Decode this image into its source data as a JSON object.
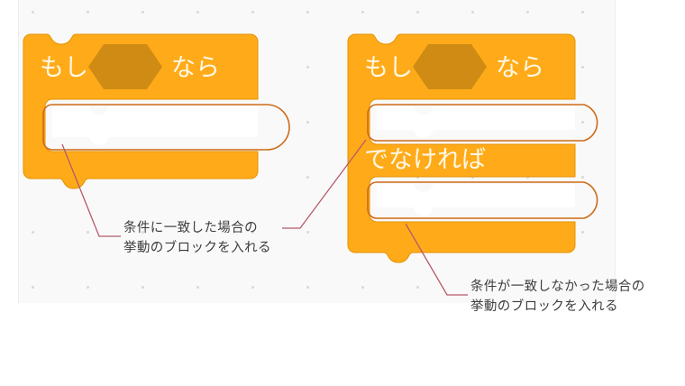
{
  "canvas": {
    "background_color": "#f9f9f9",
    "dot_color": "#d9d9d9",
    "grid_spacing": 61
  },
  "palette": {
    "block_fill": "#ffab19",
    "block_stroke": "#e59100",
    "hexagon_fill": "#cf8b14",
    "slot_fill": "#ffffff",
    "slot_highlight_stroke": "#cd6b18",
    "annotation_line": "#b5596a",
    "annotation_text": "#3d3d3d"
  },
  "blocks": [
    {
      "id": "if-then-block",
      "name": "if-then-block",
      "kind": "if-then",
      "label_prefix": "もし",
      "condition_placeholder": "",
      "label_suffix": "なら",
      "else_label": null,
      "slots": [
        {
          "name": "if-body-slot",
          "label": ""
        }
      ]
    },
    {
      "id": "if-then-else-block",
      "name": "if-then-else-block",
      "kind": "if-then-else",
      "label_prefix": "もし",
      "condition_placeholder": "",
      "label_suffix": "なら",
      "else_label": "でなければ",
      "slots": [
        {
          "name": "if-body-slot",
          "label": ""
        },
        {
          "name": "else-body-slot",
          "label": ""
        }
      ]
    }
  ],
  "annotations": [
    {
      "id": "annotation-true-branch",
      "name": "annotation-true-branch",
      "line1": "条件に一致した場合の",
      "line2": "挙動のブロックを入れる"
    },
    {
      "id": "annotation-false-branch",
      "name": "annotation-false-branch",
      "line1": "条件が一致しなかった場合の",
      "line2": "挙動のブロックを入れる"
    }
  ]
}
